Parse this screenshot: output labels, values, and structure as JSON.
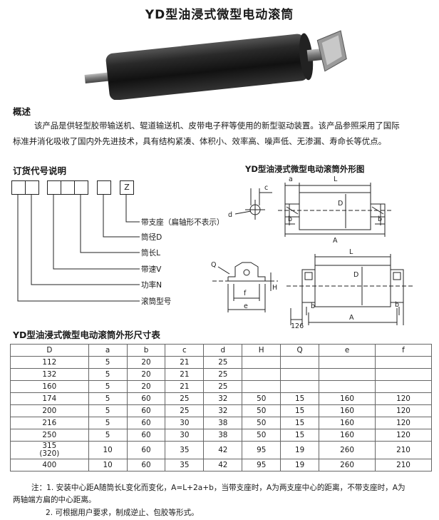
{
  "title": "YD型油浸式微型电动滚筒",
  "overview": {
    "heading": "概述",
    "line1": "该产品是供轻型胶带输送机、辊道输送机、皮带电子秤等使用的新型驱动装置。该产品参照采用了国际",
    "line2": "标准并消化吸收了国内外先进技术，具有结构紧凑、体积小、效率高、噪声低、无渗漏、寿命长等优点。"
  },
  "order_code": {
    "heading": "订货代号说明",
    "last_box": "Z",
    "labels": [
      "带支座（扁轴形不表示）",
      "筒径D",
      "筒长L",
      "带速V",
      "功率N",
      "滚筒型号"
    ]
  },
  "drawing": {
    "heading": "YD型油浸式微型电动滚筒外形图",
    "labels": {
      "a": "a",
      "c": "c",
      "d": "d",
      "b": "b",
      "L": "L",
      "D": "D",
      "A": "A",
      "Q": "Q",
      "H": "H",
      "f": "f",
      "e": "e",
      "n126": "126"
    }
  },
  "table": {
    "heading": "YD型油浸式微型电动滚筒外形尺寸表",
    "headers": [
      "D",
      "a",
      "b",
      "c",
      "d",
      "H",
      "Q",
      "e",
      "f"
    ],
    "rows": [
      [
        "112",
        "5",
        "20",
        "21",
        "25",
        "",
        "",
        "",
        ""
      ],
      [
        "132",
        "5",
        "20",
        "21",
        "25",
        "",
        "",
        "",
        ""
      ],
      [
        "160",
        "5",
        "20",
        "21",
        "25",
        "",
        "",
        "",
        ""
      ],
      [
        "174",
        "5",
        "60",
        "25",
        "32",
        "50",
        "15",
        "160",
        "120"
      ],
      [
        "200",
        "5",
        "60",
        "25",
        "32",
        "50",
        "15",
        "160",
        "120"
      ],
      [
        "216",
        "5",
        "60",
        "30",
        "38",
        "50",
        "15",
        "160",
        "120"
      ],
      [
        "250",
        "5",
        "60",
        "30",
        "38",
        "50",
        "15",
        "160",
        "120"
      ],
      [
        "315",
        "10",
        "60",
        "35",
        "42",
        "95",
        "19",
        "260",
        "210"
      ],
      [
        "400",
        "10",
        "60",
        "35",
        "42",
        "95",
        "19",
        "260",
        "210"
      ]
    ],
    "row8_sub": "(320)"
  },
  "notes": {
    "n1a": "注：1. 安装中心距A随筒长L变化而变化，A=L+2a+b，当带支座时，A为两支座中心的距离，不带支座时，A为",
    "n1b": "两轴端方扁的中心距离。",
    "n2": "2. 可根据用户要求，制成逆止、包胶等形式。"
  }
}
